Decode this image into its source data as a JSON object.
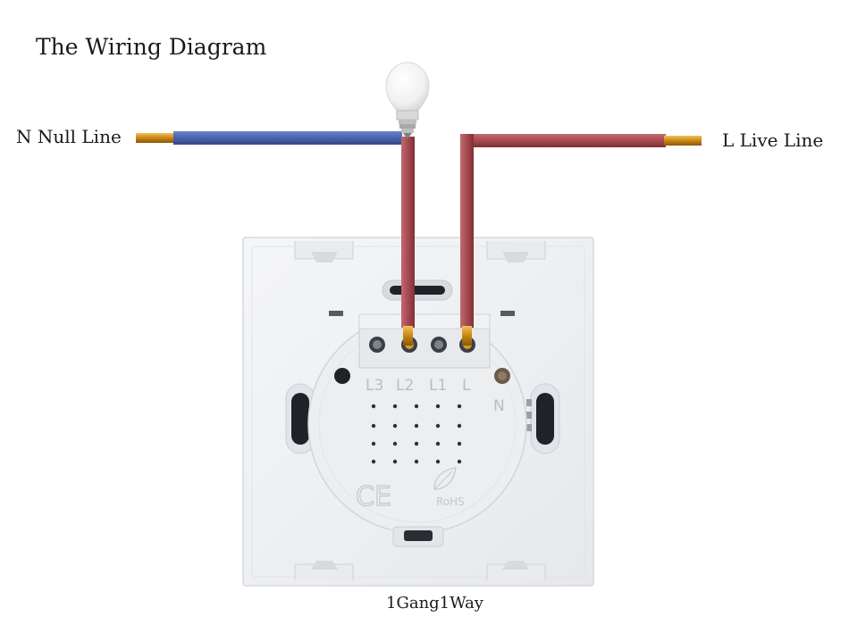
{
  "title": "The Wiring Diagram",
  "labels": {
    "null_line": "N Null Line",
    "live_line": "L Live Line"
  },
  "caption": "1Gang1Way",
  "terminals": {
    "l3": "L3",
    "l2": "L2",
    "l1": "L1",
    "l": "L",
    "n": "N"
  },
  "marks": {
    "ce": "CE",
    "rohs": "RoHS"
  },
  "colors": {
    "null_wire": "#4a63ad",
    "live_wire": "#a54a50",
    "wire_tip": "#d49a1e",
    "plate": "#eef0f2"
  },
  "icons": [
    "light-bulb-icon",
    "rohs-leaf-icon"
  ]
}
